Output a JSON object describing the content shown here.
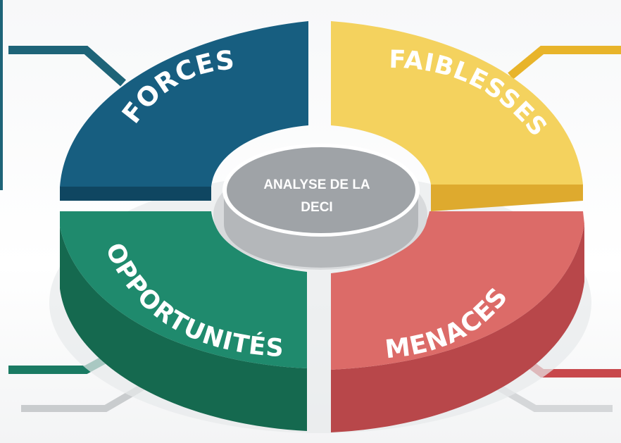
{
  "diagram": {
    "center": {
      "line1": "ANALYSE  DE LA",
      "line2": "DECI"
    },
    "quadrants": {
      "forces": {
        "label": "FORCES"
      },
      "faiblesses": {
        "label": "FAIBLESSES"
      },
      "opportunites": {
        "label": "OPPORTUNITÉS"
      },
      "menaces": {
        "label": "MENACES"
      }
    }
  },
  "colors": {
    "forces_top": "#175e80",
    "forces_side": "#0f4661",
    "faiblesses_top": "#f4d25e",
    "faiblesses_side": "#deaa2e",
    "opportunites_top": "#1f8a6d",
    "opportunites_side": "#15694f",
    "menaces_top": "#dc6b68",
    "menaces_side": "#b8474a",
    "center_top": "#9fa3a7",
    "center_side": "#b4b7ba",
    "frame_left": "#1e6478"
  }
}
